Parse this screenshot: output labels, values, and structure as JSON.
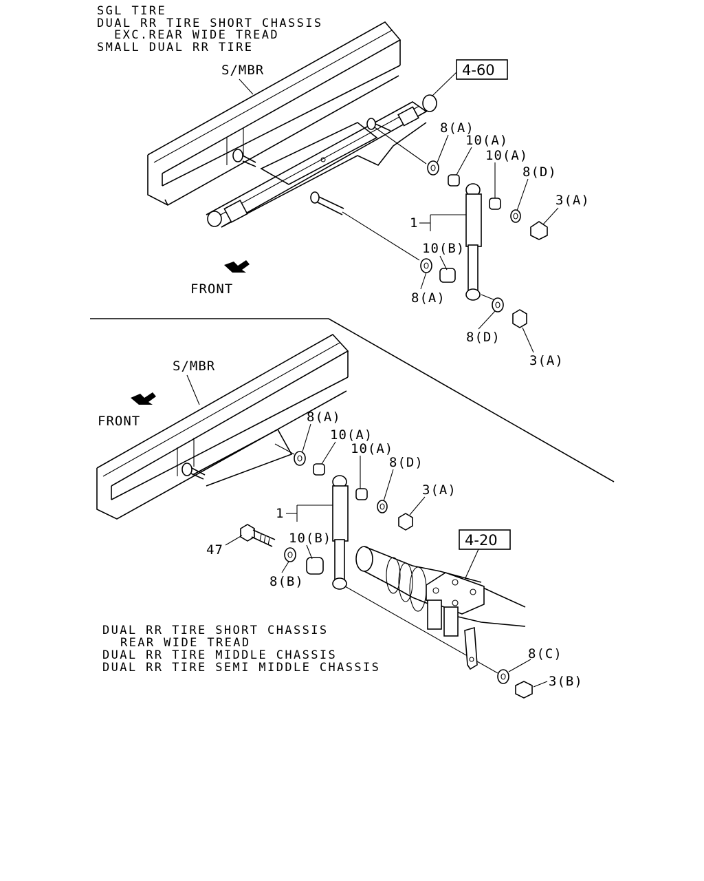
{
  "top": {
    "notes": [
      "SGL TIRE",
      "DUAL RR TIRE SHORT CHASSIS",
      "EXC.REAR WIDE TREAD",
      "SMALL DUAL RR TIRE"
    ],
    "smbr": "S/MBR",
    "ref_box": "4-60",
    "front": "FRONT",
    "callouts": {
      "p8A_1": "8(A)",
      "p10A_1": "10(A)",
      "p10A_2": "10(A)",
      "p8D_1": "8(D)",
      "p3A_1": "3(A)",
      "p1": "1",
      "p10B": "10(B)",
      "p8A_2": "8(A)",
      "p8D_2": "8(D)",
      "p3A_2": "3(A)"
    }
  },
  "bottom": {
    "smbr": "S/MBR",
    "front": "FRONT",
    "ref_box": "4-20",
    "callouts": {
      "p8A": "8(A)",
      "p10A_1": "10(A)",
      "p10A_2": "10(A)",
      "p8D": "8(D)",
      "p3A": "3(A)",
      "p1": "1",
      "p10B": "10(B)",
      "p47": "47",
      "p8B": "8(B)",
      "p8C": "8(C)",
      "p3B": "3(B)"
    },
    "notes": [
      "DUAL RR TIRE SHORT CHASSIS",
      "REAR WIDE TREAD",
      "DUAL RR TIRE MIDDLE CHASSIS",
      "DUAL RR TIRE SEMI MIDDLE CHASSIS"
    ]
  }
}
